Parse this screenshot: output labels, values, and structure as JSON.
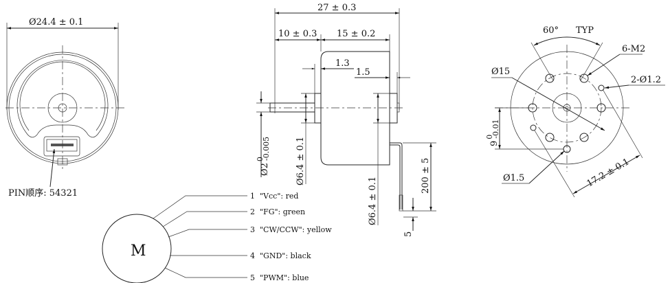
{
  "front_view": {
    "diameter": "Ø24.4 ± 0.1",
    "pin_order": "PIN顺序: 54321"
  },
  "side_view": {
    "overall_length": "27 ± 0.3",
    "shaft_length": "10 ± 0.3",
    "body_length": "15 ± 0.2",
    "flange_thickness": "1.3",
    "rear_boss": "1.5",
    "shaft_diameter": "Ø2",
    "shaft_tol_upper": "0",
    "shaft_tol_lower": "-0.005",
    "front_boss_diameter": "Ø6.4 ± 0.1",
    "rear_boss_diameter": "Ø6.4 ± 0.1",
    "wire_length": "200 ± 5",
    "strip_length": "5"
  },
  "rear_view": {
    "angle": "60°",
    "typ": "TYP",
    "thread_holes": "6-M2",
    "pcd": "Ø15",
    "pin_holes": "2-Ø1.2",
    "offset": "9",
    "offset_tol_upper": "0",
    "offset_tol_lower": "-0.01",
    "center_hole": "Ø1.5",
    "hole_span": "17.2 ± 0.1"
  },
  "wiring": {
    "motor_label": "M",
    "wires": [
      {
        "pin": "1",
        "label": "\"Vcc\": red"
      },
      {
        "pin": "2",
        "label": "\"FG\": green"
      },
      {
        "pin": "3",
        "label": "\"CW/CCW\": yellow"
      },
      {
        "pin": "4",
        "label": "\"GND\": black"
      },
      {
        "pin": "5",
        "label": "\"PWM\": blue"
      }
    ]
  }
}
